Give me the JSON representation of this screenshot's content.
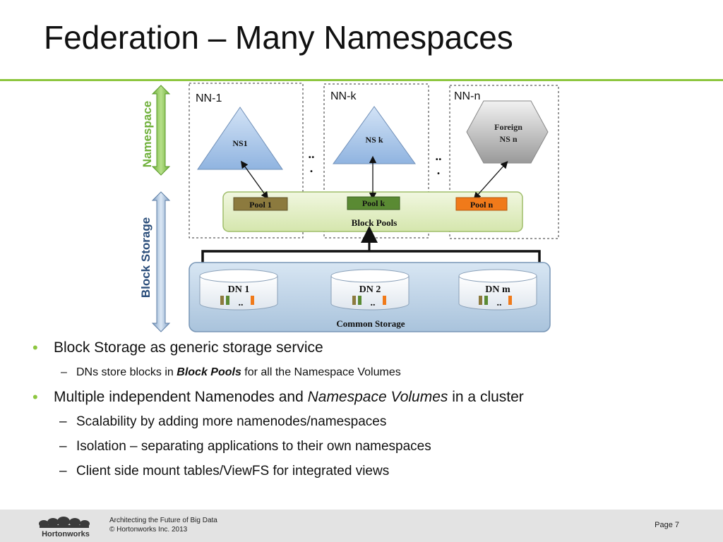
{
  "slide": {
    "title": "Federation – Many Namespaces"
  },
  "diagram": {
    "axis_namespace": "Namespace",
    "axis_block_storage": "Block Storage",
    "nn1_label": "NN-1",
    "nnk_label": "NN-k",
    "nnn_label": "NN-n",
    "ns1": "NS1",
    "nsk": "NS k",
    "foreign_line1": "Foreign",
    "foreign_line2": "NS n",
    "ellipsis_top": "..",
    "ellipsis_bottom": ".",
    "pool1": "Pool  1",
    "poolk": "Pool  k",
    "pooln": "Pool  n",
    "block_pools": "Block  Pools",
    "dn1": "DN 1",
    "dn2": "DN 2",
    "dnm": "DN m",
    "dn_dots": "..",
    "common_storage": "Common Storage",
    "colors": {
      "green_accent": "#8dc63f",
      "pool1": "#8c7a3e",
      "poolk": "#5a8a33",
      "pooln": "#f07a1a",
      "triangle": "#a9c5e8",
      "storage": "#c3d7ea"
    }
  },
  "bullets": [
    {
      "text": "Block Storage as generic storage service"
    },
    {
      "sub_prefix": "DNs store blocks in ",
      "sub_em": "Block Pools",
      "sub_suffix": " for all the Namespace Volumes"
    },
    {
      "text_prefix": "Multiple independent Namenodes and ",
      "text_em": "Namespace Volumes",
      "text_suffix": " in a cluster"
    },
    {
      "text": "Scalability by adding more namenodes/namespaces"
    },
    {
      "text": "Isolation – separating applications to their own namespaces"
    },
    {
      "text": "Client side mount tables/ViewFS for integrated views"
    }
  ],
  "footer": {
    "line1": "Architecting the Future of Big Data",
    "line2": "© Hortonworks Inc. 2013",
    "page": "Page 7",
    "logo_text": "Hortonworks"
  }
}
